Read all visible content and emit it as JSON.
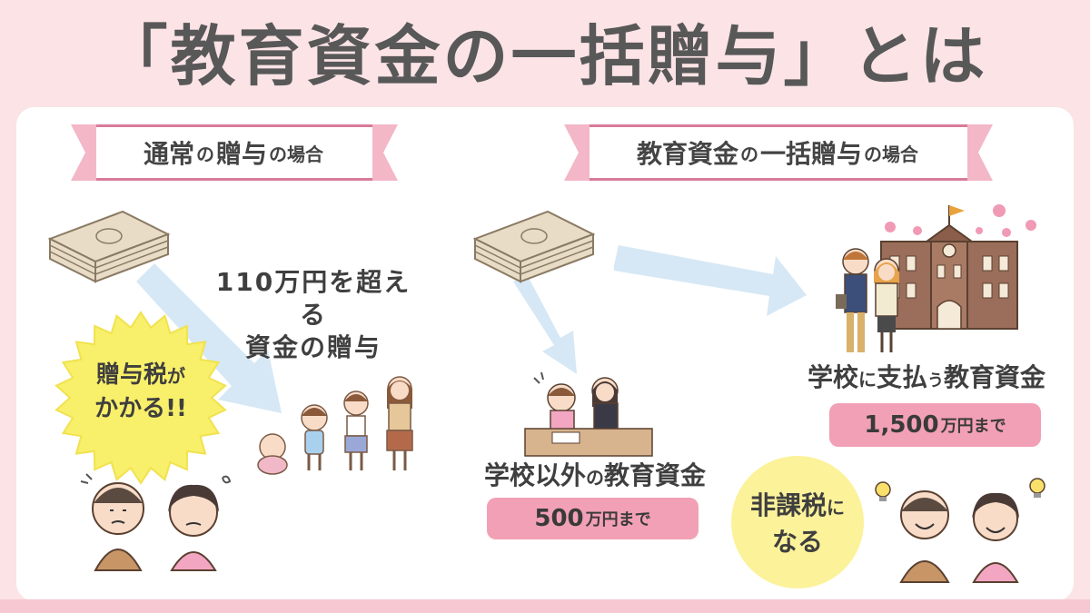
{
  "title": "「教育資金の一括贈与」とは",
  "left": {
    "ribbon_main_1": "通常",
    "ribbon_small_1": "の",
    "ribbon_main_2": "贈与",
    "ribbon_small_2": "の場合",
    "caption_line1": "110万円を超える",
    "caption_line2": "資金の贈与",
    "burst_line1_main": "贈与税",
    "burst_line1_small": "が",
    "burst_line2": "かかる!!"
  },
  "right": {
    "ribbon_main_1": "教育資金",
    "ribbon_small_1": "の",
    "ribbon_main_2": "一括贈与",
    "ribbon_small_2": "の場合",
    "school_caption_main_1": "学校",
    "school_caption_small": "に",
    "school_caption_main_2": "支払",
    "school_caption_small_2": "う",
    "school_caption_main_3": "教育資金",
    "school_amount_main": "1,500",
    "school_amount_small": "万円まで",
    "other_caption_main_1": "学校以外",
    "other_caption_small": "の",
    "other_caption_main_2": "教育資金",
    "other_amount_main": "500",
    "other_amount_small": "万円まで",
    "circle_line1_main": "非課税",
    "circle_line1_small": "に",
    "circle_line2": "なる"
  },
  "colors": {
    "background": "#fbe3e6",
    "ribbon_border": "#d87a98",
    "pill": "#f2a0b5",
    "burst": "#f8ef6a",
    "circle": "#fbf29a",
    "arrow": "#d6e8f5",
    "title_text": "#585858"
  },
  "icons": [
    "money-stack-icon",
    "children-icon",
    "grandparents-worried-icon",
    "school-building-icon",
    "family-icon",
    "tutoring-icon",
    "grandparents-happy-icon",
    "lightbulb-icon",
    "sakura-icon"
  ]
}
